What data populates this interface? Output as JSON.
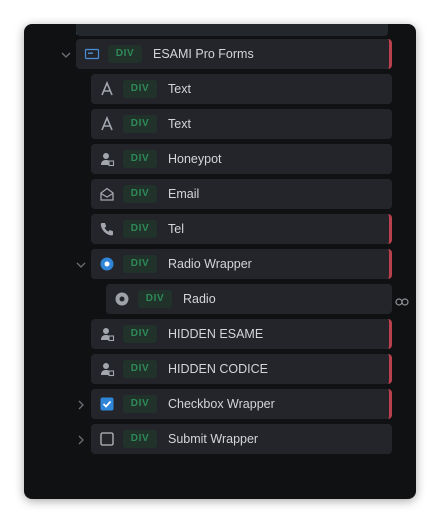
{
  "badge_text": "DIV",
  "colors": {
    "panel_bg": "#101113",
    "row_bg": "#23252a",
    "badge_bg": "#20322a",
    "badge_text": "#2f8a58",
    "flag": "#b9404d",
    "accent_blue": "#4a90d9"
  },
  "tree": {
    "rows": [
      {
        "label": "ESAMI Pro Forms",
        "icon": "form-icon",
        "expanded": true,
        "flagged": true
      },
      {
        "label": "Text",
        "icon": "text-icon",
        "flagged": false
      },
      {
        "label": "Text",
        "icon": "text-icon",
        "flagged": false
      },
      {
        "label": "Honeypot",
        "icon": "hidden-field-icon",
        "flagged": false
      },
      {
        "label": "Email",
        "icon": "email-icon",
        "flagged": false
      },
      {
        "label": "Tel",
        "icon": "phone-icon",
        "flagged": true
      },
      {
        "label": "Radio Wrapper",
        "icon": "radio-icon",
        "expanded": true,
        "flagged": true
      },
      {
        "label": "Radio",
        "icon": "radio-icon",
        "flagged": false,
        "linked": true
      },
      {
        "label": "HIDDEN ESAME",
        "icon": "hidden-field-icon",
        "flagged": true
      },
      {
        "label": "HIDDEN CODICE",
        "icon": "hidden-field-icon",
        "flagged": true
      },
      {
        "label": "Checkbox Wrapper",
        "icon": "checkbox-checked-icon",
        "expanded": false,
        "flagged": true
      },
      {
        "label": "Submit Wrapper",
        "icon": "checkbox-icon",
        "expanded": false,
        "flagged": false
      }
    ]
  }
}
